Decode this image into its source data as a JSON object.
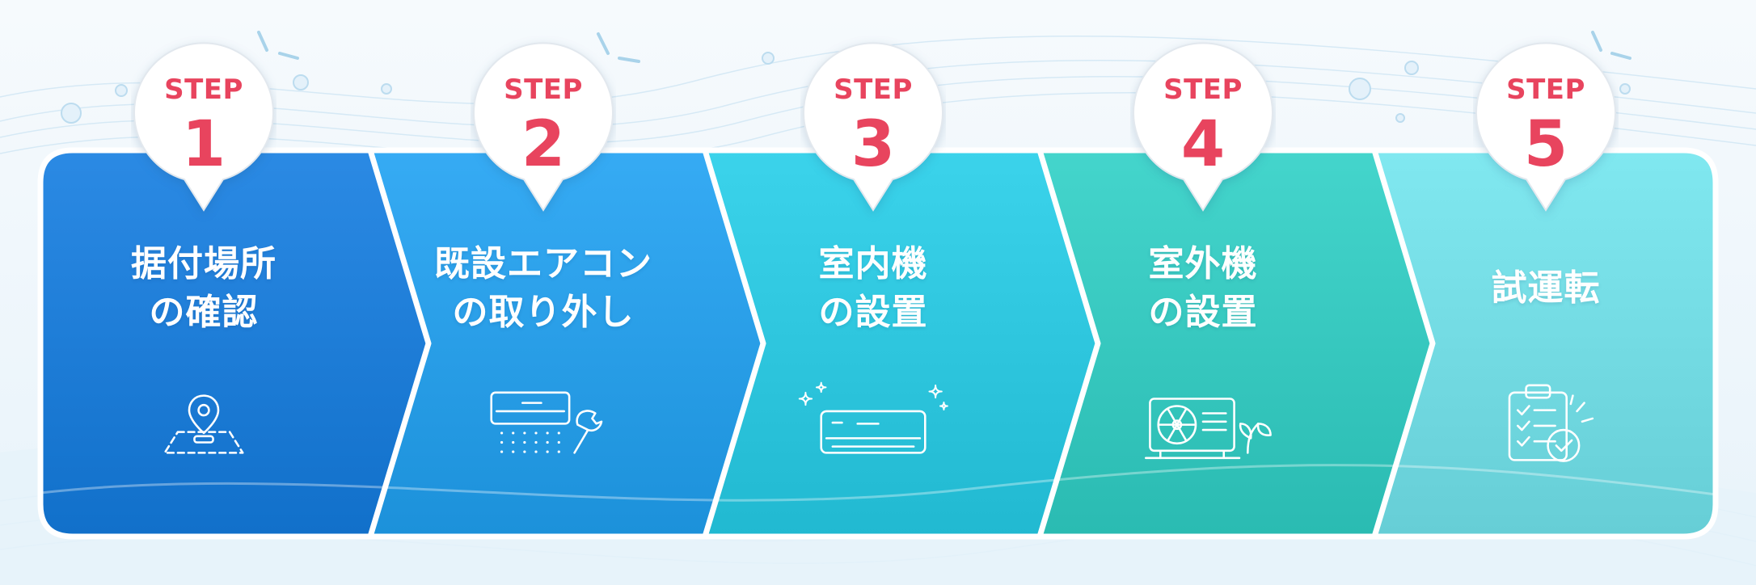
{
  "steps": [
    {
      "badge": "STEP",
      "number": "1",
      "label": "据付場所\nの確認",
      "icon": "map-pin-icon",
      "color": "#1f7ed8"
    },
    {
      "badge": "STEP",
      "number": "2",
      "label": "既設エアコン\nの取り外し",
      "icon": "aircon-wrench-icon",
      "color": "#2a9fe8"
    },
    {
      "badge": "STEP",
      "number": "3",
      "label": "室内機\nの設置",
      "icon": "indoor-unit-icon",
      "color": "#2fc7df"
    },
    {
      "badge": "STEP",
      "number": "4",
      "label": "室外機\nの設置",
      "icon": "outdoor-unit-icon",
      "color": "#38c9c0"
    },
    {
      "badge": "STEP",
      "number": "5",
      "label": "試運転",
      "icon": "checklist-icon",
      "color": "#74dce4"
    }
  ],
  "colors": {
    "badge_text": "#e8445e",
    "label_text": "#ffffff",
    "icon_stroke": "#ffffff"
  }
}
